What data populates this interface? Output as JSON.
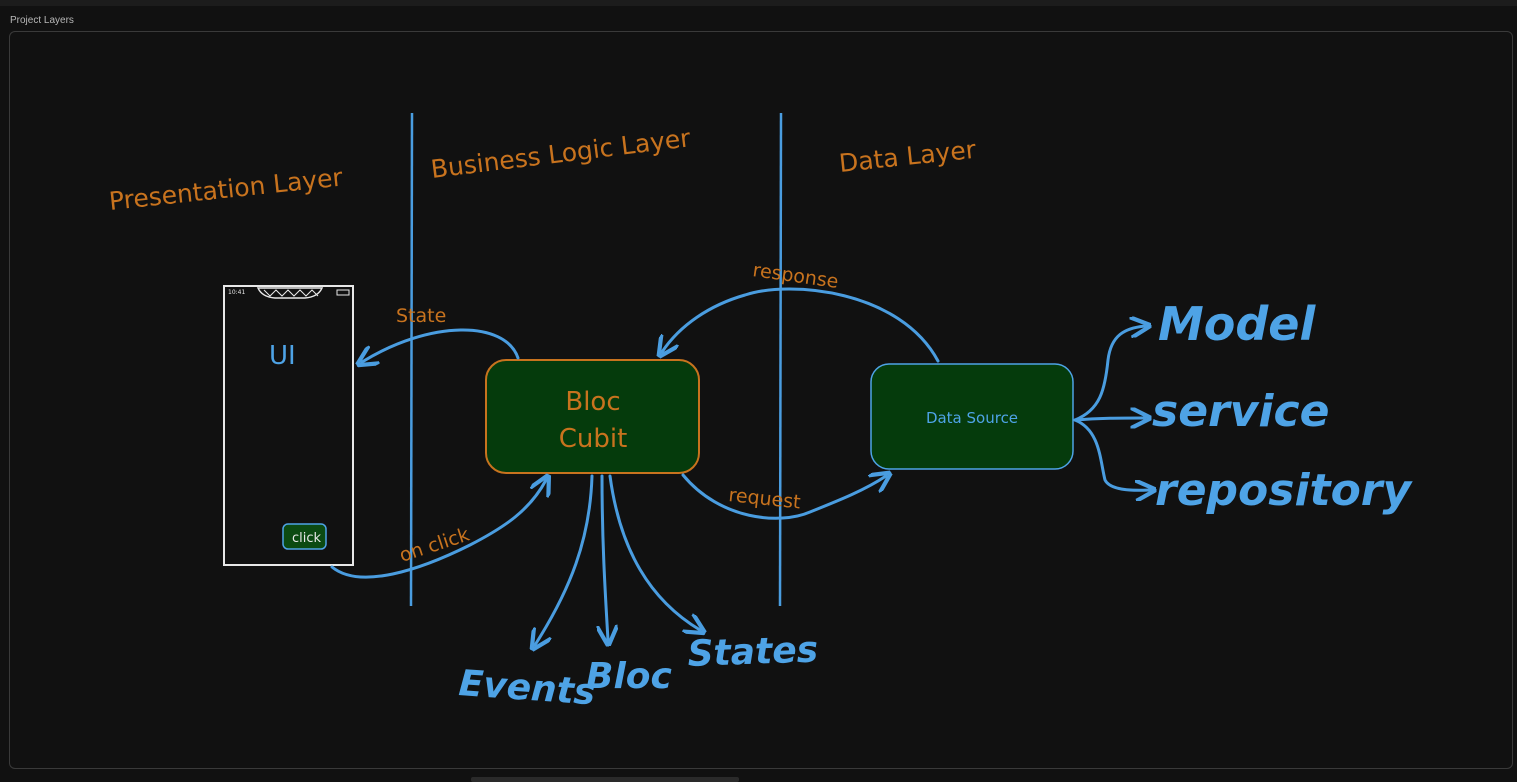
{
  "frame": {
    "title": "Project Layers"
  },
  "layers": {
    "presentation": "Presentation Layer",
    "business": "Business Logic Layer",
    "data": "Data Layer"
  },
  "phone": {
    "status_left": "10:41",
    "ui_label": "UI",
    "button_label": "click"
  },
  "bloc_box": {
    "line1": "Bloc",
    "line2": "Cubit"
  },
  "data_box": {
    "label": "Data Source"
  },
  "edges": {
    "state": "State",
    "on_click": "on click",
    "request": "request",
    "response": "response"
  },
  "bloc_parts": {
    "events": "Events",
    "bloc": "Bloc",
    "states": "States"
  },
  "data_parts": {
    "model": "Model",
    "service": "service",
    "repository": "repository"
  },
  "colors": {
    "background": "#111111",
    "orange": "#c8731e",
    "blue": "#4ea3e6",
    "box_fill": "#053b0c"
  }
}
